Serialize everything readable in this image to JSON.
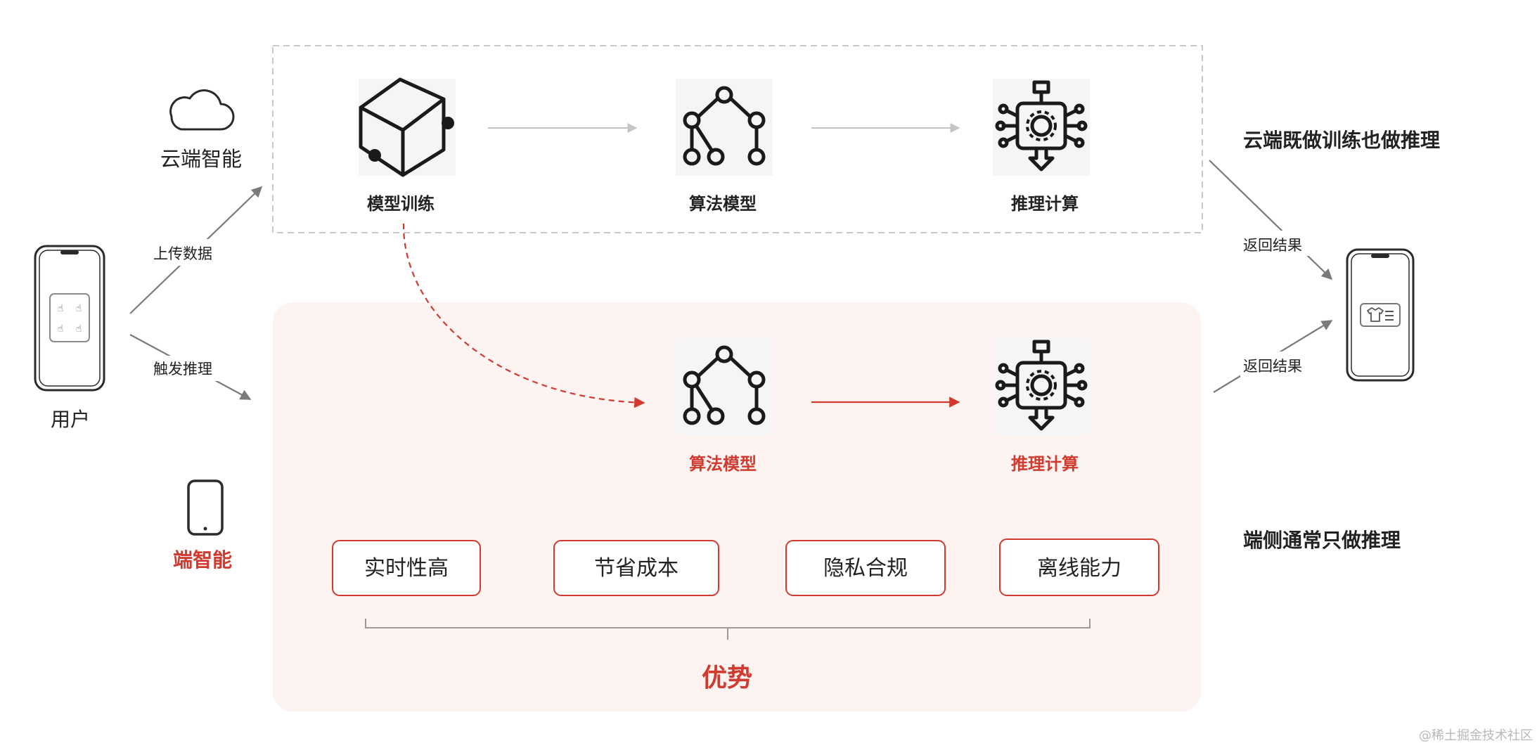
{
  "user": {
    "label": "用户"
  },
  "arrows": {
    "upload": "上传数据",
    "trigger": "触发推理",
    "return_top": "返回结果",
    "return_bottom": "返回结果"
  },
  "cloud": {
    "label": "云端智能",
    "nodes": [
      {
        "label": "模型训练",
        "icon": "cube-icon"
      },
      {
        "label": "算法模型",
        "icon": "tree-icon"
      },
      {
        "label": "推理计算",
        "icon": "chip-icon"
      }
    ],
    "note": "云端既做训练也做推理"
  },
  "edge": {
    "label": "端智能",
    "nodes": [
      {
        "label": "算法模型",
        "icon": "tree-icon"
      },
      {
        "label": "推理计算",
        "icon": "chip-icon"
      }
    ],
    "note": "端侧通常只做推理",
    "advantages": [
      "实时性高",
      "节省成本",
      "隐私合规",
      "离线能力"
    ],
    "advantages_label": "优势"
  },
  "watermark": "@稀土掘金技术社区",
  "colors": {
    "accent": "#d03a2f",
    "edge_bg": "#fdf4f2",
    "dashed_border": "#c8c8c8",
    "line": "#b5b5b5"
  }
}
